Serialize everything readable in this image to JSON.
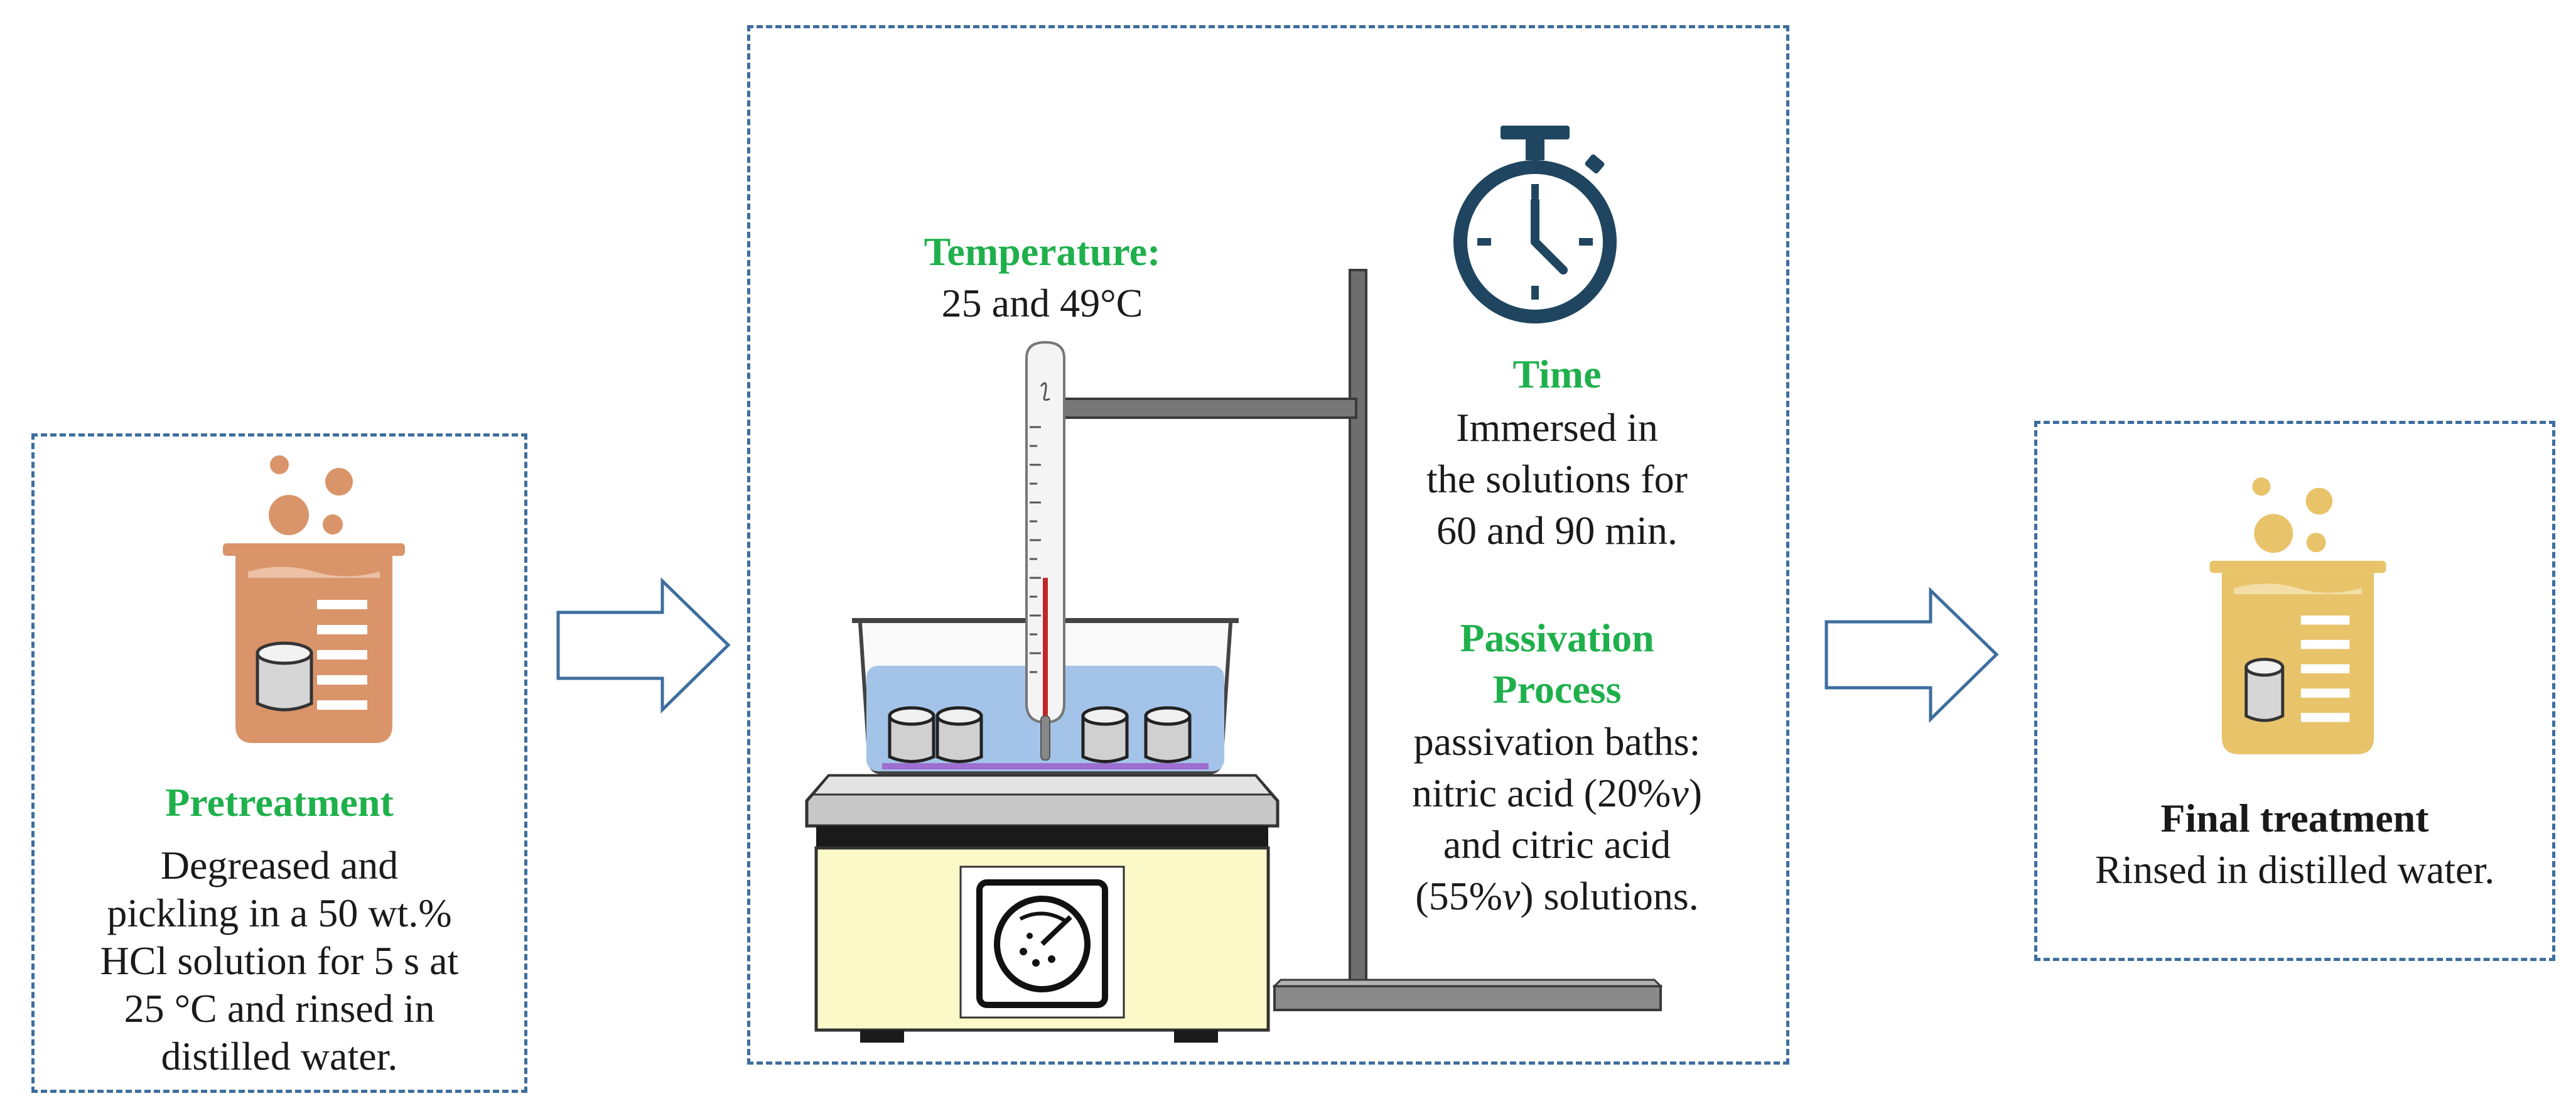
{
  "pretreatment": {
    "heading": "Pretreatment",
    "lines": [
      "Degreased and",
      "pickling in a 50 wt.%",
      "HCl solution for 5 s at",
      "25 °C and rinsed in",
      "distilled water."
    ]
  },
  "process": {
    "temperature_heading": "Temperature:",
    "temperature_value": "25 and 49°C",
    "time_heading": "Time",
    "time_lines": [
      "Immersed in",
      "the solutions for",
      "60 and 90 min."
    ],
    "passivation_heading_1": "Passivation",
    "passivation_heading_2": "Process",
    "passivation_line_1": "passivation baths:",
    "passivation_line_2_prefix": "nitric acid (20%",
    "passivation_line_2_unit": "v",
    "passivation_line_2_suffix": ")",
    "passivation_line_3": "and citric acid",
    "passivation_line_4_prefix": "(55%",
    "passivation_line_4_unit": "v",
    "passivation_line_4_suffix": ") solutions."
  },
  "final": {
    "heading": "Final treatment",
    "line": "Rinsed in distilled water."
  },
  "colors": {
    "accent_green": "#1fb04c",
    "dashed_border": "#3d6e9e",
    "beaker_pretreatment": "#d9946a",
    "beaker_final": "#e8c36a",
    "stopwatch": "#1f4560",
    "water": "#a3c4e8"
  },
  "icons": [
    "beaker-icon",
    "stopwatch-icon",
    "thermometer-icon",
    "hot-plate-icon",
    "lab-stand-icon",
    "arrow-right-icon"
  ]
}
